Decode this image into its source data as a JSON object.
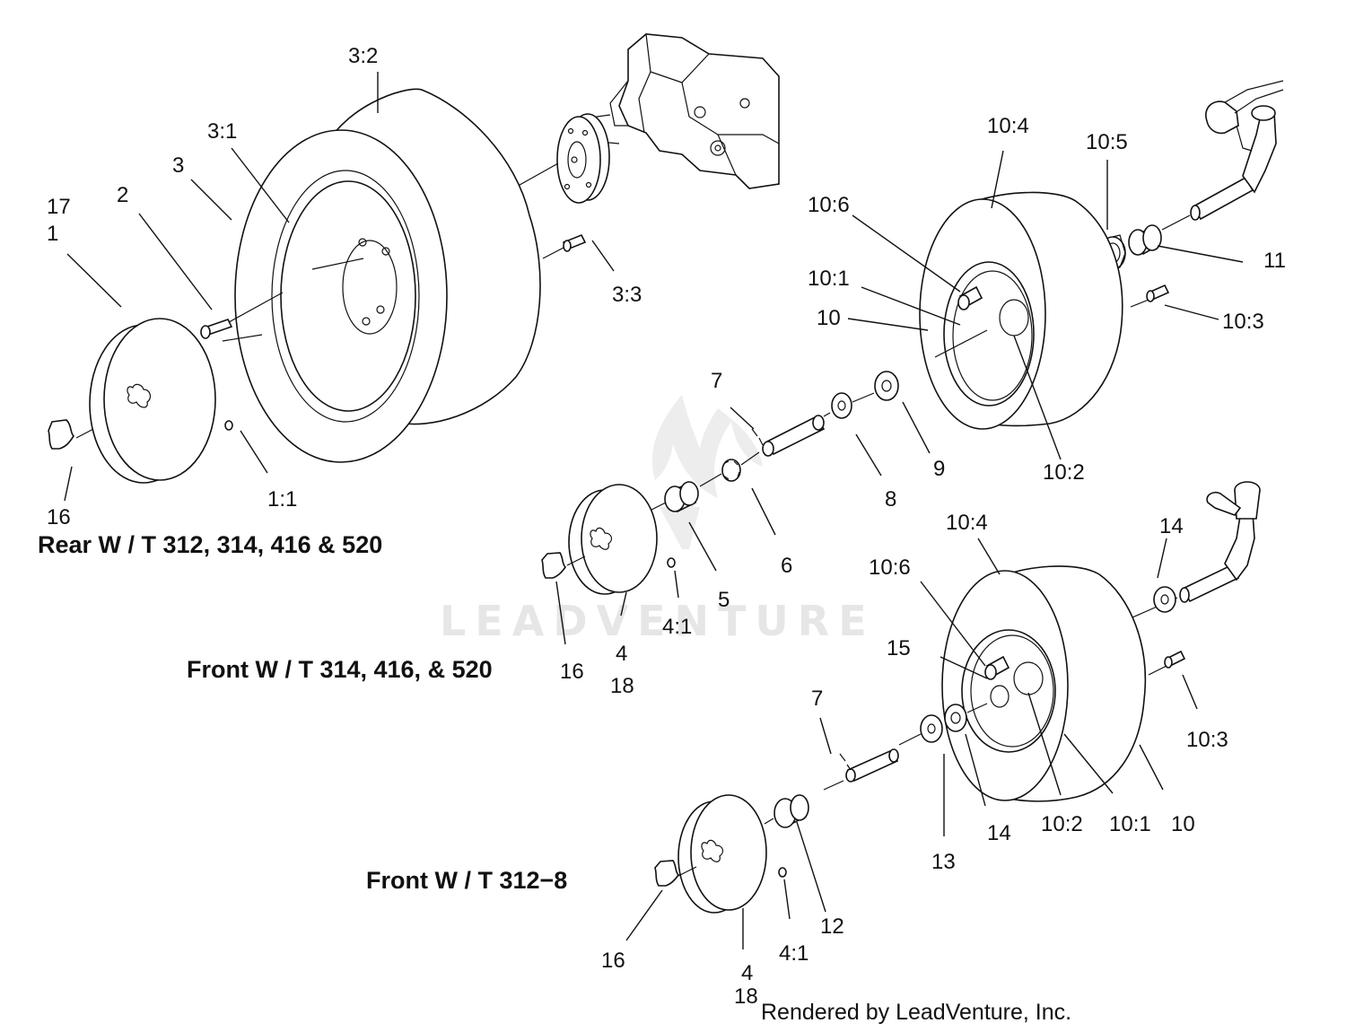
{
  "captions": {
    "rear": "Rear W / T 312, 314, 416 & 520",
    "front_a": "Front W / T 314, 416, & 520",
    "front_b": "Front W / T 312−8"
  },
  "watermark": "LEADVENTURE",
  "credit": "Rendered by LeadVenture, Inc.",
  "callouts": {
    "rear": [
      "3:2",
      "3:1",
      "3",
      "2",
      "17",
      "1",
      "3:3",
      "1:1",
      "16"
    ],
    "front_a_hub": [
      "7",
      "9",
      "8",
      "6",
      "5",
      "4:1",
      "4",
      "18",
      "16"
    ],
    "front_a_wheel": [
      "10:4",
      "10:5",
      "10:6",
      "11",
      "10:1",
      "10",
      "10:3",
      "10:2"
    ],
    "front_b_wheel": [
      "10:4",
      "14",
      "10:6",
      "15",
      "10:3",
      "10:2",
      "10:1",
      "10",
      "14",
      "13"
    ],
    "front_b_hub": [
      "7",
      "12",
      "4:1",
      "16",
      "4",
      "18"
    ]
  }
}
